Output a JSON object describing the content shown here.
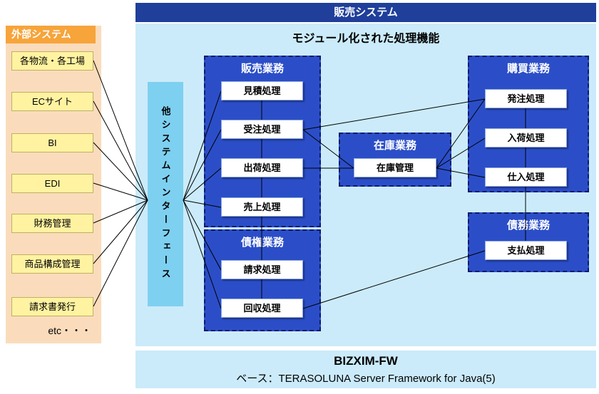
{
  "header": {
    "title": "販売システム"
  },
  "external": {
    "title": "外部システム",
    "items": [
      "各物流・各工場",
      "ECサイト",
      "BI",
      "EDI",
      "財務管理",
      "商品構成管理",
      "請求書発行"
    ],
    "etc_label": "etc・・・"
  },
  "main": {
    "subtitle": "モジュール化された処理機能",
    "interface_label": "他システムインターフェース"
  },
  "groups": {
    "sales": {
      "title": "販売業務",
      "items": [
        "見積処理",
        "受注処理",
        "出荷処理",
        "売上処理"
      ]
    },
    "receivables": {
      "title": "債権業務",
      "items": [
        "請求処理",
        "回収処理"
      ]
    },
    "inventory": {
      "title": "在庫業務",
      "items": [
        "在庫管理"
      ]
    },
    "purchasing": {
      "title": "購買業務",
      "items": [
        "発注処理",
        "入荷処理",
        "仕入処理"
      ]
    },
    "payables": {
      "title": "債務業務",
      "items": [
        "支払処理"
      ]
    }
  },
  "footer": {
    "title": "BIZXIM-FW",
    "subtitle": "ベース：TERASOLUNA Server Framework for Java(5)"
  },
  "colors": {
    "header_bg": "#1f3f9a",
    "panel_bg": "#cbebfa",
    "interface_bg": "#7ed0f0",
    "group_bg": "#2b4ec8",
    "group_border": "#101a6a",
    "external_panel_bg": "#fadcbc",
    "external_header_bg": "#f7a43b",
    "external_item_bg": "#fff3a1",
    "connector": "#000000"
  }
}
